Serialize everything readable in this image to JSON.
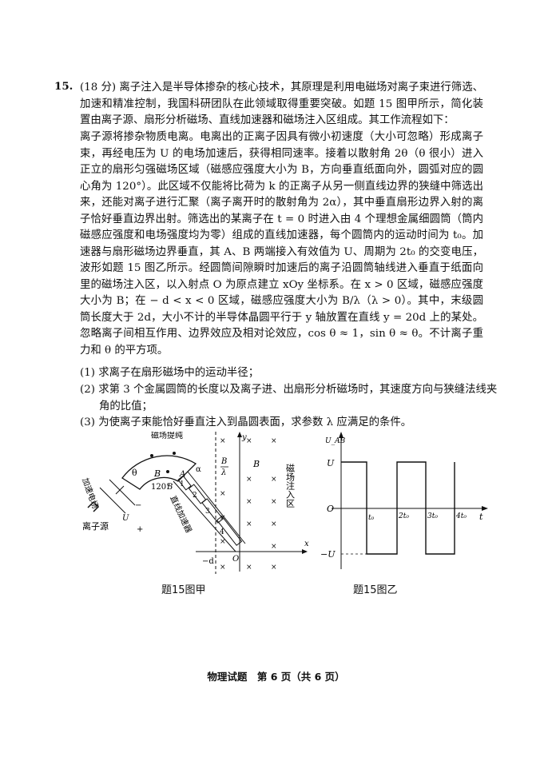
{
  "question": {
    "number": "15.",
    "p1": "(18 分) 离子注入是半导体掺杂的核心技术，其原理是利用电磁场对离子束进行筛选、加速和精准控制，我国科研团队在此领域取得重要突破。如题 15 图甲所示，简化装置由离子源、扇形分析磁场、直线加速器和磁场注入区组成。其工作流程如下：",
    "p2": "离子源将掺杂物质电离。电离出的正离子因具有微小初速度（大小可忽略）形成离子束，再经电压为 U 的电场加速后，获得相同速率。接着以散射角 2θ（θ 很小）进入正立的扇形匀强磁场区域（磁感应强度大小为 B，方向垂直纸面向外，圆弧对应的圆心角为 120°）。此区域不仅能将比荷为 k 的正离子从另一侧直线边界的狭缝中筛选出来，还能对离子进行汇聚（离子离开时的散射角为 2α），其中垂直扇形边界入射的离子恰好垂直边界出射。筛选出的某离子在 t = 0 时进入由 4 个理想金属细圆筒（筒内磁感应强度和电场强度均为零）组成的直线加速器，每个圆筒内的运动时间为 t₀。加速器与扇形磁场边界垂直，其 A、B 两端接入有效值为 U、周期为 2t₀ 的交变电压，波形如题 15 图乙所示。经圆筒间隙瞬时加速后的离子沿圆筒轴线进入垂直于纸面向里的磁场注入区，以入射点 O 为原点建立 xOy 坐标系。在 x > 0 区域，磁感应强度大小为 B；在 − d < x < 0 区域，磁感应强度大小为 B/λ（λ > 0）。其中，末级圆筒长度大于 2d，大小不计的半导体晶圆平行于 y 轴放置在直线 y = 20d 上的某处。忽略离子间相互作用、边界效应及相对论效应，cos θ ≈ 1，sin θ ≈ θ。不计离子重力和 θ 的平方项。",
    "q1": "(1) 求离子在扇形磁场中的运动半径；",
    "q2": "(2) 求第 3 个金属圆筒的长度以及离子进、出扇形分析磁场时，其速度方向与狭缝法线夹角的比值；",
    "q3": "(3) 为使离子束能恰好垂直注入到晶圆表面，求参数 λ 应满足的条件。"
  },
  "figure_a": {
    "caption": "题15图甲",
    "labels": {
      "magnetic_extraction": "磁场提纯",
      "acc_field": "加速电场",
      "ion_source": "离子源",
      "linear_acc": "直线加速器",
      "injection_zone": "磁场注入区",
      "B": "B",
      "B_over_lambda_num": "B",
      "B_over_lambda_den": "λ",
      "angle120": "120°",
      "theta": "θ",
      "alpha": "α",
      "U": "U",
      "A": "A",
      "Bpt": "B",
      "O": "O",
      "x": "x",
      "y": "y",
      "neg_d": "−d",
      "tube1": "1",
      "tube2": "2",
      "tube3": "3",
      "tube4": "4",
      "minus": "−",
      "plus": "+"
    }
  },
  "figure_b": {
    "caption": "题15图乙",
    "labels": {
      "yaxis": "U_AB",
      "U": "U",
      "negU": "−U",
      "O": "O",
      "t": "t",
      "t0": "t₀",
      "t2": "2t₀",
      "t3": "3t₀",
      "t4": "4t₀"
    }
  },
  "footer": "物理试题　第 6 页（共 6 页）"
}
